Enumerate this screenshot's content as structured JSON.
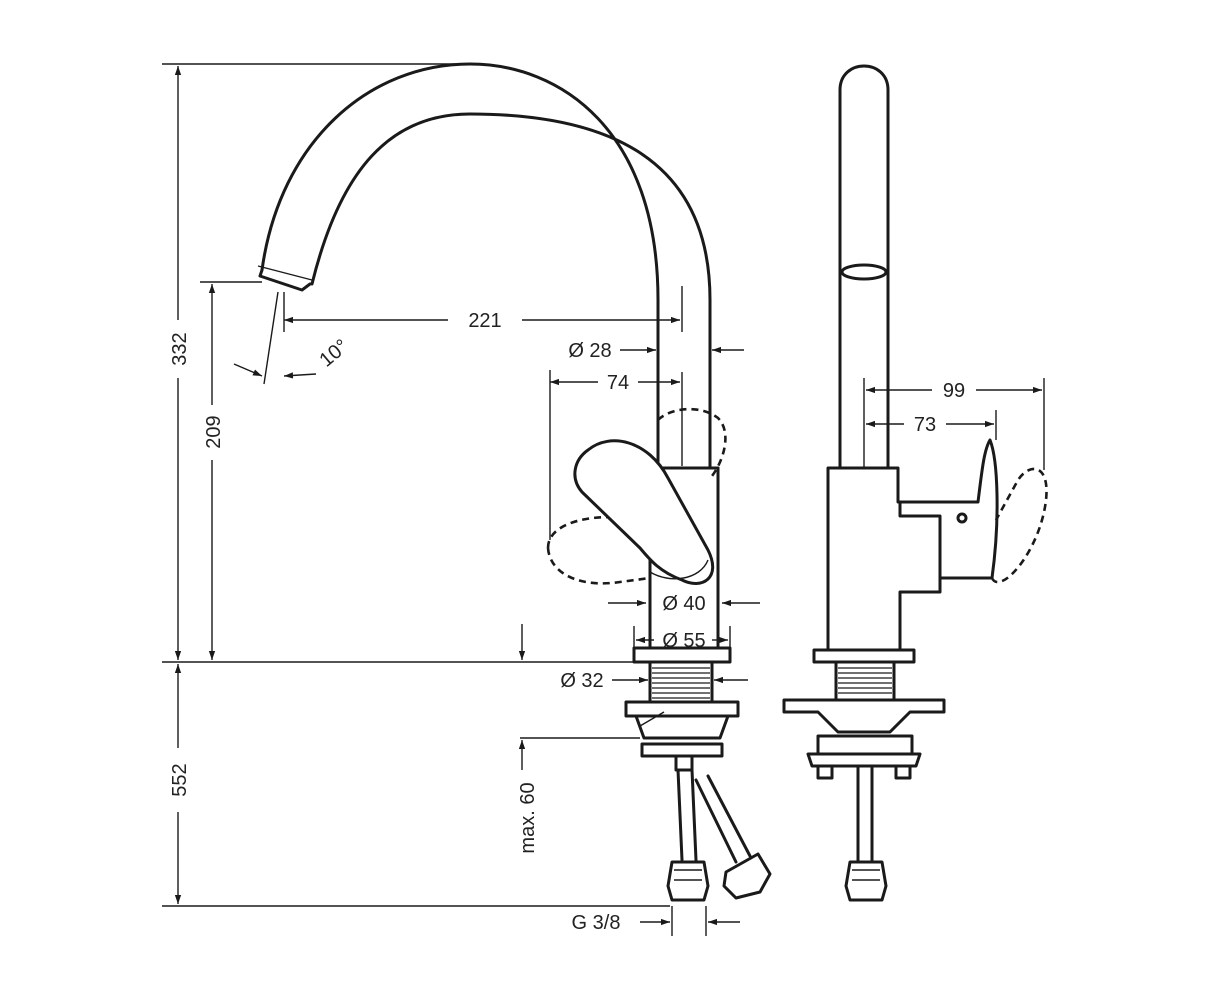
{
  "colors": {
    "line": "#1a1a1a",
    "text": "#222222",
    "background": "#ffffff"
  },
  "dimensions": {
    "total_height": "332",
    "spout_height": "209",
    "below_deck": "552",
    "reach": "221",
    "angle": "10°",
    "spout_dia": "Ø 28",
    "lever_reach_front": "74",
    "body_dia": "Ø 40",
    "base_dia": "Ø 55",
    "shank_dia": "Ø 32",
    "max_deck": "max. 60",
    "connection": "G 3/8",
    "side_lever_far": "99",
    "side_lever_near": "73"
  }
}
